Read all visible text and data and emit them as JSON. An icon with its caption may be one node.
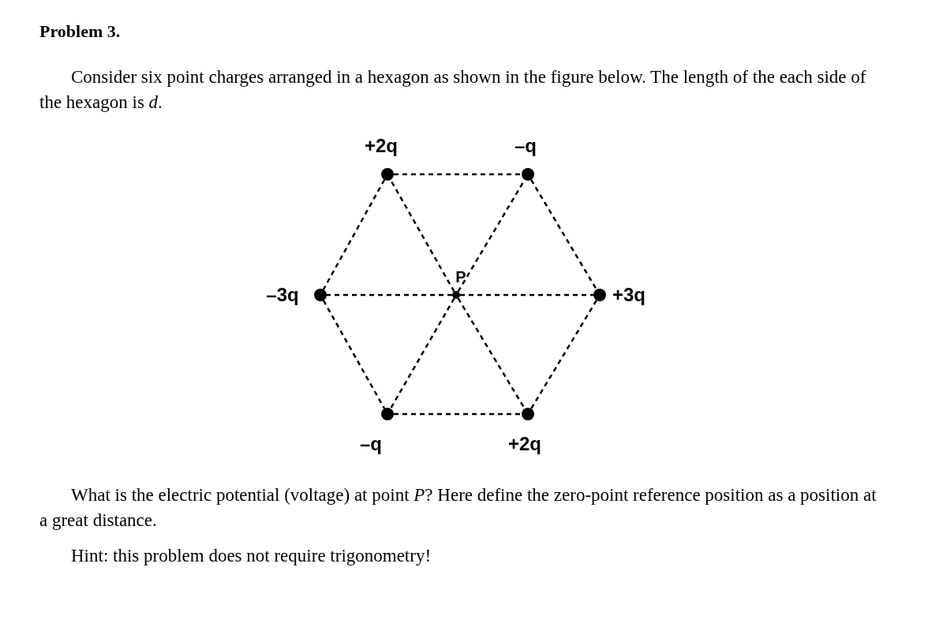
{
  "diagram": {
    "title": "Problem 3.",
    "nodes": [
      {
        "text": [],
        "shape": "circle",
        "beside": [
          "+2q"
        ]
      },
      {
        "text": [],
        "shape": "circle",
        "beside": [
          "–q"
        ]
      },
      {
        "text": [],
        "shape": "circle",
        "beside": [
          "–3q"
        ]
      },
      {
        "text": [],
        "shape": "circle",
        "beside": [
          "P"
        ]
      },
      {
        "text": [],
        "shape": "circle",
        "beside": [
          "+3q"
        ]
      },
      {
        "text": [],
        "shape": "circle",
        "beside": [
          "–q"
        ]
      },
      {
        "text": [],
        "shape": "circle",
        "beside": [
          "+2q"
        ]
      }
    ],
    "edges": [
      {
        "from": 0,
        "to": 1,
        "arrow": "none",
        "style": "dashed"
      },
      {
        "from": 0,
        "to": 2,
        "arrow": "none",
        "style": "dashed"
      },
      {
        "from": 1,
        "to": 4,
        "arrow": "none",
        "style": "dashed"
      },
      {
        "from": 2,
        "to": 5,
        "arrow": "none",
        "style": "dashed"
      },
      {
        "from": 4,
        "to": 6,
        "arrow": "none",
        "style": "dashed"
      },
      {
        "from": 5,
        "to": 6,
        "arrow": "none",
        "style": "dashed"
      },
      {
        "from": 3,
        "to": 0,
        "arrow": "none",
        "style": "dashed"
      },
      {
        "from": 3,
        "to": 1,
        "arrow": "none",
        "style": "dashed"
      },
      {
        "from": 3,
        "to": 2,
        "arrow": "none",
        "style": "dashed"
      },
      {
        "from": 3,
        "to": 4,
        "arrow": "none",
        "style": "dashed"
      },
      {
        "from": 3,
        "to": 5,
        "arrow": "none",
        "style": "dashed"
      },
      {
        "from": 3,
        "to": 6,
        "arrow": "none",
        "style": "dashed"
      }
    ],
    "labels": [
      "Consider six point charges arranged in a hexagon as shown in the figure below. The length of the each side of the hexagon is *d*.",
      "What is the electric potential (voltage) at point *P*? Here define the zero-point reference position as a position at a great distance.",
      "Hint: this problem does not require trigonometry!"
    ]
  }
}
